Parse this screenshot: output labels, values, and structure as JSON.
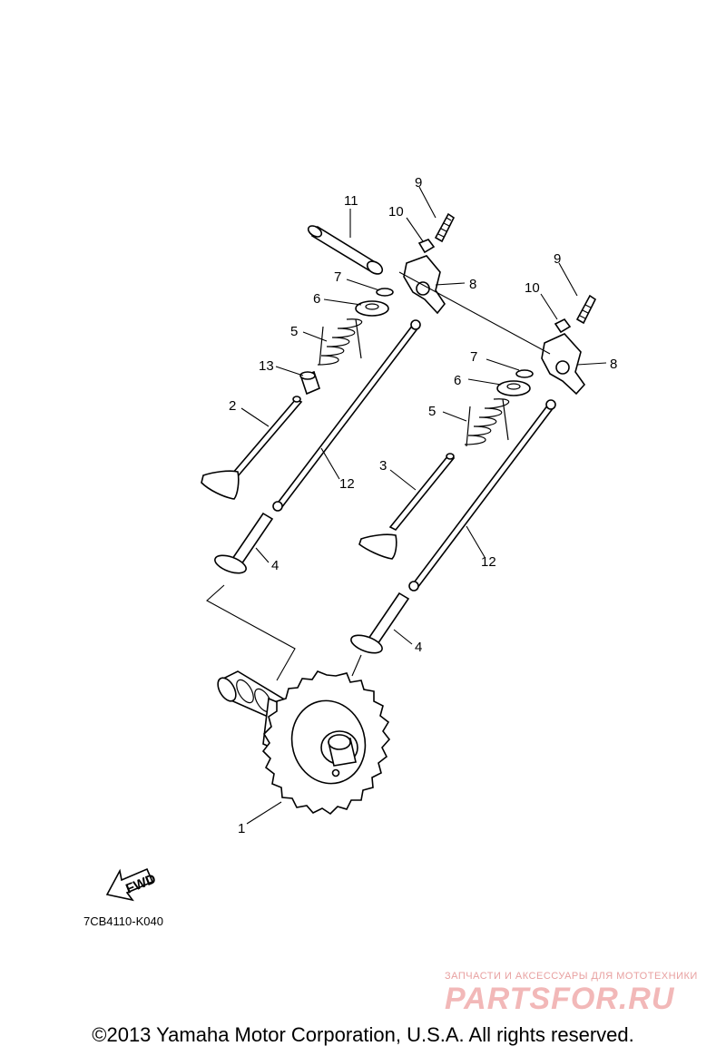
{
  "callouts": {
    "c1": "1",
    "c2": "2",
    "c3": "3",
    "c4a": "4",
    "c4b": "4",
    "c5a": "5",
    "c5b": "5",
    "c6a": "6",
    "c6b": "6",
    "c7a": "7",
    "c7b": "7",
    "c8a": "8",
    "c8b": "8",
    "c9a": "9",
    "c9b": "9",
    "c10a": "10",
    "c10b": "10",
    "c11": "11",
    "c12a": "12",
    "c12b": "12",
    "c13": "13"
  },
  "fwd_label": "FWD",
  "diagram_code": "7CB4110-K040",
  "watermark": {
    "tagline": "ЗАПЧАСТИ И АКСЕССУАРЫ ДЛЯ МОТОТЕХНИКИ",
    "logo": "PARTSFOR.RU"
  },
  "copyright": "©2013 Yamaha Motor Corporation, U.S.A. All rights reserved.",
  "colors": {
    "line": "#000000",
    "watermark": "#f2b8b8"
  }
}
